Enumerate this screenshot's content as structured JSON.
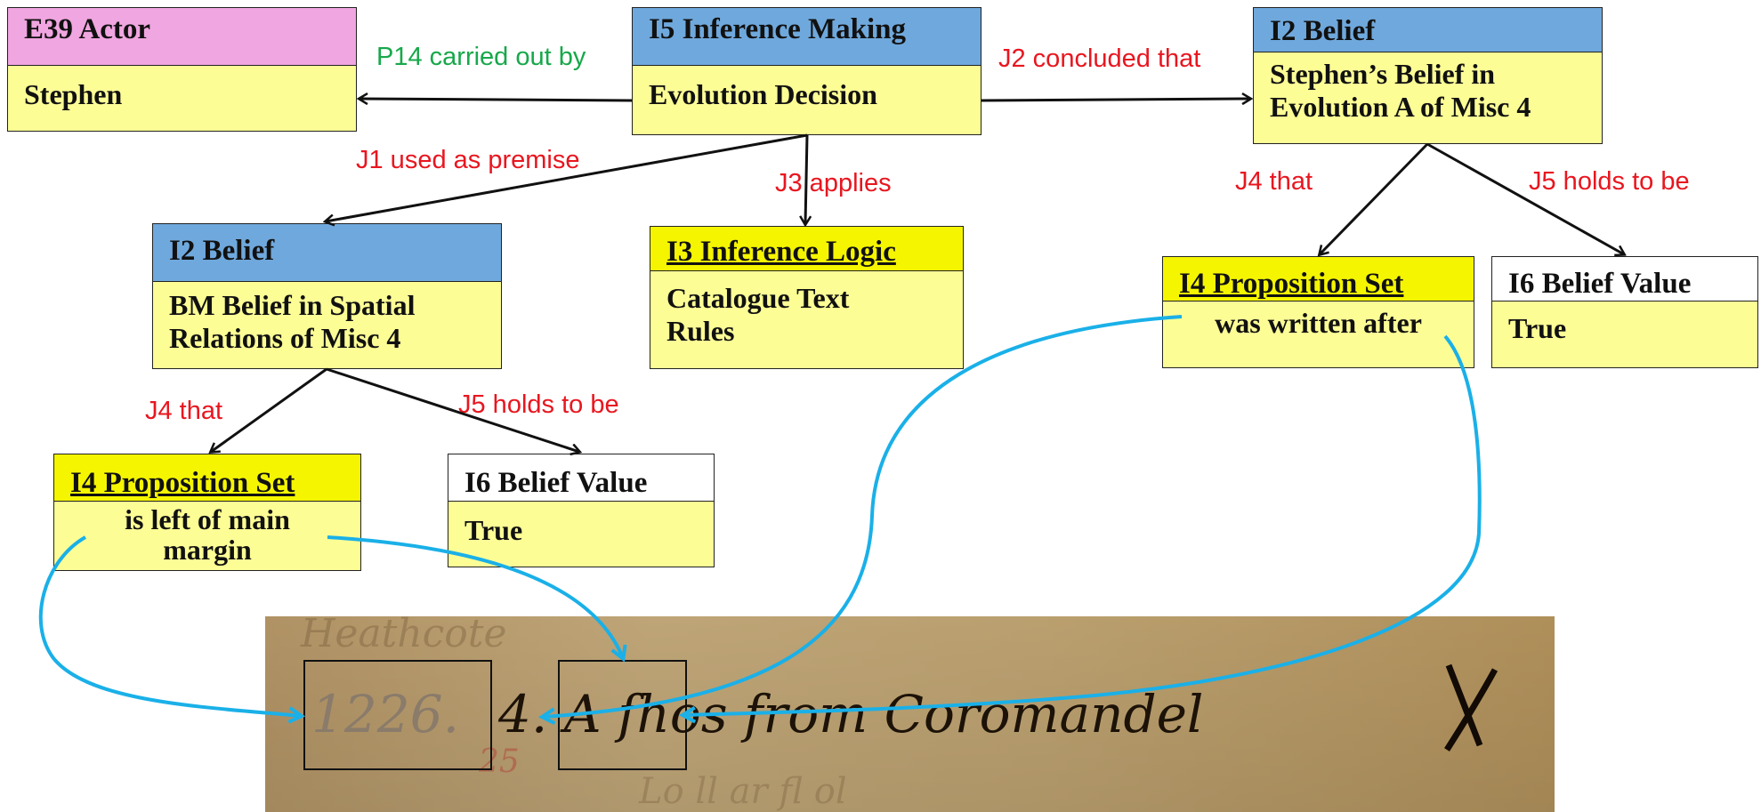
{
  "nodes": {
    "actor": {
      "header": "E39 Actor",
      "body": "Stephen"
    },
    "inference": {
      "header": "I5 Inference Making",
      "body": "Evolution Decision"
    },
    "belief_top": {
      "header": "I2 Belief",
      "body_line1": "Stephen’s Belief in",
      "body_line2": "Evolution A of Misc 4"
    },
    "belief_left": {
      "header": "I2 Belief",
      "body_line1": "BM Belief in Spatial",
      "body_line2": "Relations of Misc 4"
    },
    "logic": {
      "header": "I3 Inference Logic",
      "body_line1": "Catalogue Text",
      "body_line2": "Rules"
    },
    "prop_right": {
      "header": "I4 Proposition Set",
      "body": "was written after"
    },
    "value_right": {
      "header": "I6 Belief Value",
      "body": "True"
    },
    "prop_left": {
      "header": "I4 Proposition Set",
      "body_line1": "is left of  main",
      "body_line2": "margin"
    },
    "value_left": {
      "header": "I6 Belief Value",
      "body": "True"
    }
  },
  "edges": {
    "p14": "P14 carried out by",
    "j2": "J2 concluded that",
    "j1": "J1 used as premise",
    "j3": "J3 applies",
    "j4_right": "J4 that",
    "j5_right": "J5 holds to be",
    "j4_left": "J4 that",
    "j5_left": "J5 holds to be"
  },
  "colors": {
    "body_fill": "#fdfd96",
    "header_blue": "#6fa8dc",
    "header_pink": "#f0a6e0",
    "header_yellow": "#f5f500",
    "edge_label_red": "#e8161f",
    "edge_label_green": "#17a84a",
    "link_curve": "#1ab0e8"
  },
  "manuscript": {
    "text": "Heathcote",
    "handwriting": "1226. A. fhos from Coromandel"
  }
}
